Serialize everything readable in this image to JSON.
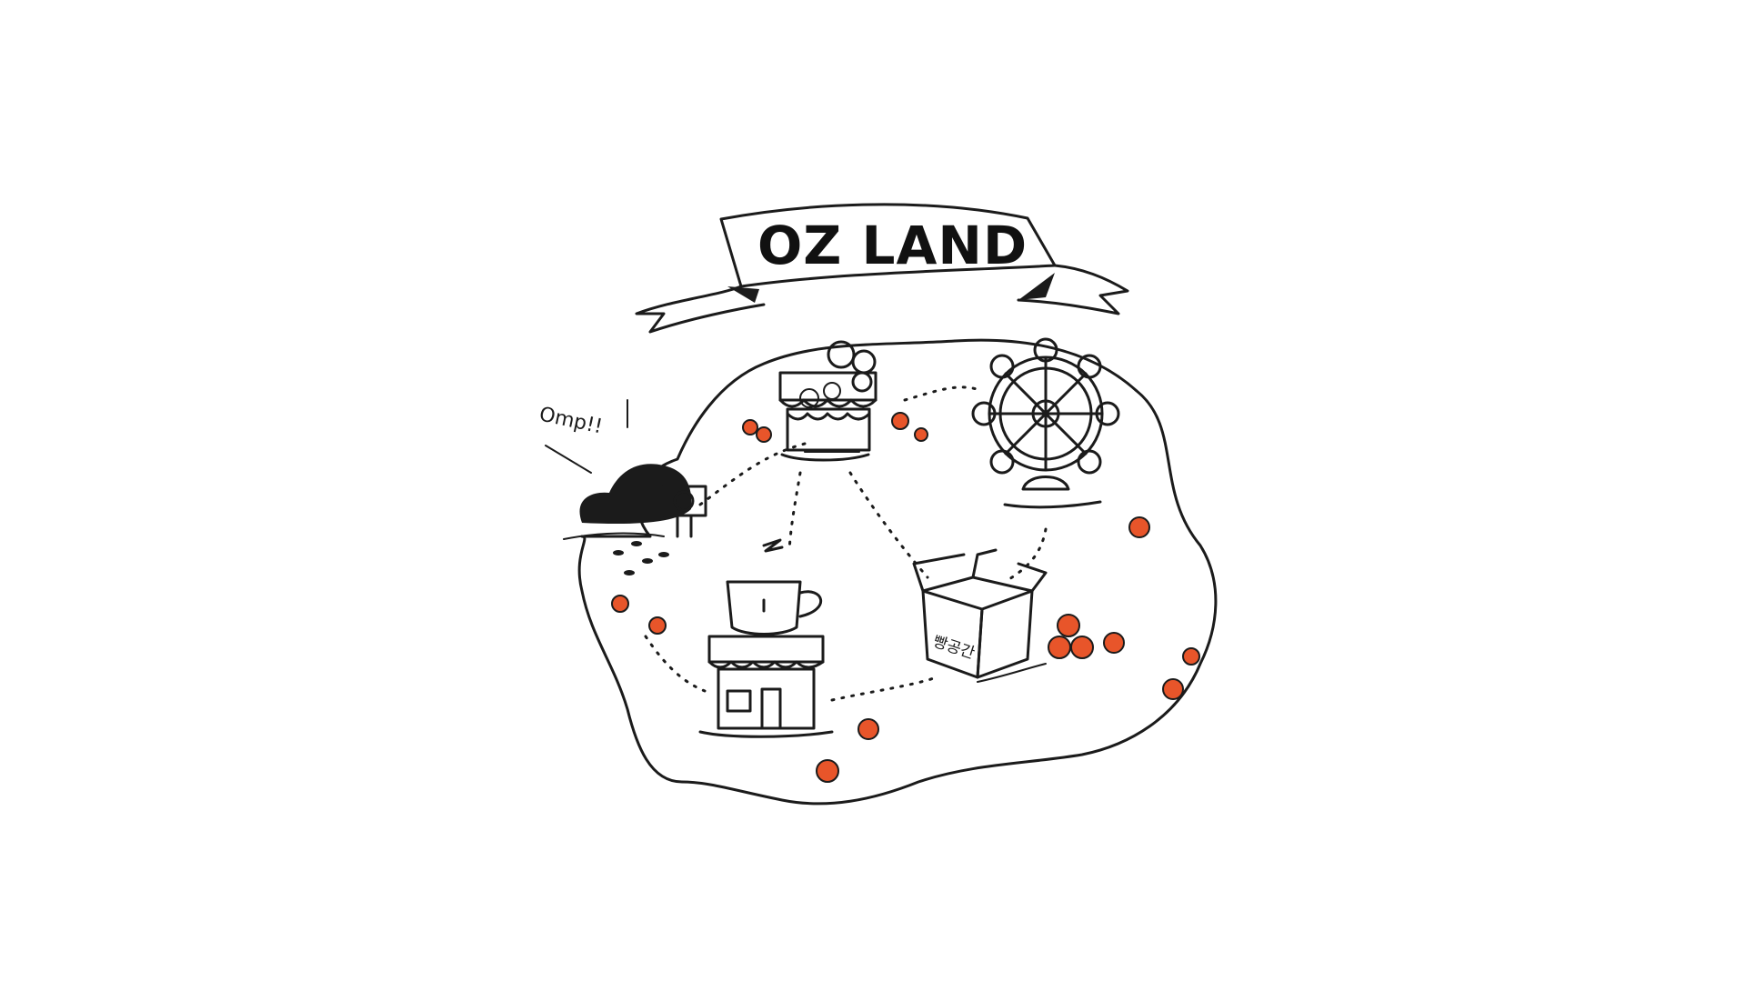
{
  "title": "OZ LAND",
  "sound_effect": "Omp!!",
  "box_label": "빵공간",
  "colors": {
    "ink": "#1b1b1b",
    "orange": "#e8552a",
    "background": "#ffffff"
  },
  "landmarks": [
    {
      "name": "flower-stall",
      "icon": "market-stall-icon"
    },
    {
      "name": "ferris-wheel",
      "icon": "ferris-wheel-icon"
    },
    {
      "name": "rock-cave",
      "icon": "rock-cave-icon"
    },
    {
      "name": "cafe",
      "icon": "coffee-shop-icon"
    },
    {
      "name": "bread-box",
      "icon": "cardboard-box-icon"
    }
  ]
}
